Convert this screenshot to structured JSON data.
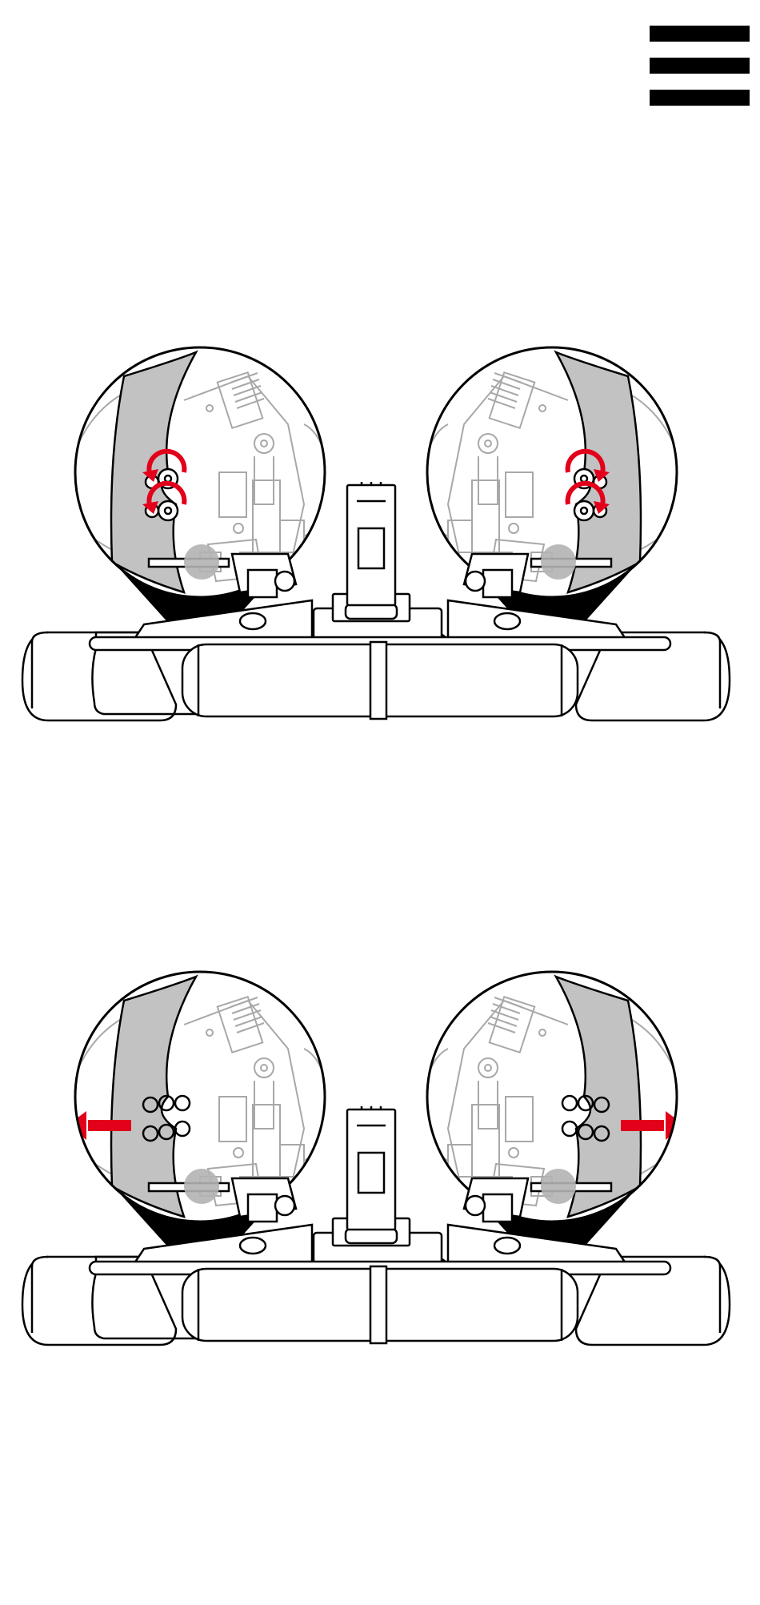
{
  "menu": {
    "icon": "hamburger-menu-icon"
  },
  "colors": {
    "arrow": "#e2001a",
    "paddle": "#c2c2c2",
    "line": "#000000",
    "detail": "#a8a8a8",
    "highlight": "#b3b3b3"
  },
  "steps": [
    {
      "id": "step-1",
      "action": "unscrew-paddle-screws",
      "icon": "rotate-arrow-icon"
    },
    {
      "id": "step-2",
      "action": "slide-paddles-outward",
      "icon": "arrow-outward-icon"
    }
  ]
}
